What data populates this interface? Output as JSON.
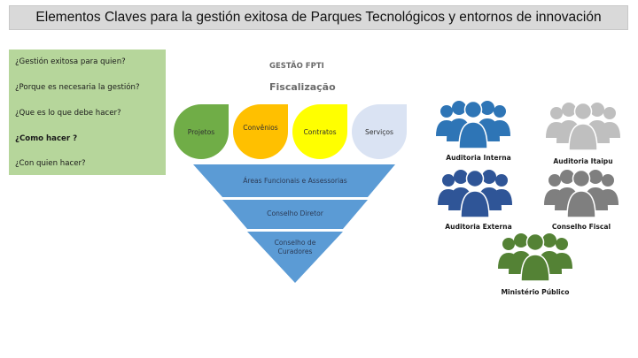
{
  "slide": {
    "title": "Elementos Claves para la gestión exitosa de Parques Tecnológicos y entornos de innovación"
  },
  "questions": [
    {
      "text": "¿Gestión exitosa para quien?",
      "bold": false
    },
    {
      "text": "¿Porque es necesaria la gestión?",
      "bold": false
    },
    {
      "text": "¿Que es lo que debe hacer?",
      "bold": false
    },
    {
      "text": "¿Como hacer ?",
      "bold": true
    },
    {
      "text": "¿Con quien hacer?",
      "bold": false
    }
  ],
  "diagram": {
    "title": "GESTÃO FPTI",
    "subtitle": "Fiscalização",
    "leaves": [
      {
        "label": "Projetos",
        "color": "#70ad47"
      },
      {
        "label": "Convênios",
        "color": "#ffc000"
      },
      {
        "label": "Contratos",
        "color": "#ffff00"
      },
      {
        "label": "Serviços",
        "color": "#dae3f3"
      }
    ],
    "funnel": [
      {
        "label": "Áreas Funcionais e Assessorias",
        "color": "#5b9bd5"
      },
      {
        "label": "Conselho Diretor",
        "color": "#5b9bd5"
      },
      {
        "label_line1": "Conselho de",
        "label_line2": "Curadores",
        "color": "#5b9bd5"
      }
    ]
  },
  "groups": [
    {
      "label": "Auditoria Interna",
      "color": "#2e75b6"
    },
    {
      "label": "Auditoria Itaipu",
      "color": "#bfbfbf"
    },
    {
      "label": "Auditoria Externa",
      "color": "#2f5597"
    },
    {
      "label": "Conselho Fiscal",
      "color": "#7f7f7f"
    },
    {
      "label": "Ministério Público",
      "color": "#548235"
    }
  ]
}
